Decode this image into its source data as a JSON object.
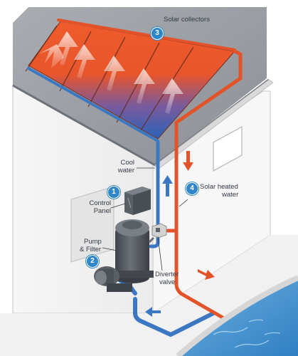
{
  "callouts": {
    "solar_collectors": {
      "number": "3",
      "label": "Solar collectors"
    },
    "control_panel": {
      "number": "1",
      "label_line1": "Control",
      "label_line2": "Panel"
    },
    "pump_filter": {
      "number": "2",
      "label_line1": "Pump",
      "label_line2": "& Filter"
    },
    "solar_heated": {
      "number": "4",
      "label_line1": "Solar heated",
      "label_line2": "water"
    },
    "cool_water": {
      "label_line1": "Cool",
      "label_line2": "water"
    },
    "diverter_valve": {
      "label_line1": "Diverter",
      "label_line2": "valve"
    }
  },
  "colors": {
    "panel_hot": "#e8552b",
    "panel_cool": "#2a62b8",
    "pipe_hot": "#e2532a",
    "pipe_cool": "#3a78c4",
    "badge": "#2f86c8",
    "pool_water": "#3f8fce",
    "roof": "#8a8f96",
    "wall": "#f3f3f3",
    "equipment": "#53585f"
  }
}
